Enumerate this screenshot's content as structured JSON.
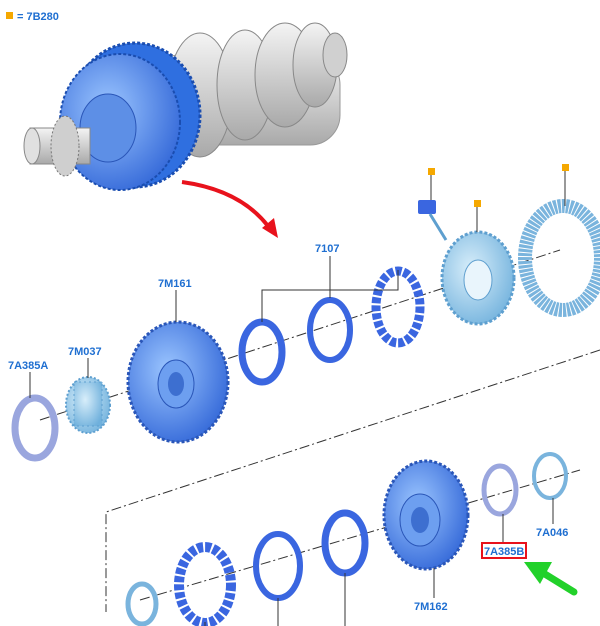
{
  "legend": {
    "text": "= 7B280",
    "marker_color": "#f5a800"
  },
  "labels": {
    "l7107": "7107",
    "l7M161": "7M161",
    "l7A385A": "7A385A",
    "l7M037": "7M037",
    "l7A046": "7A046",
    "l7A385B": "7A385B",
    "l7M162": "7M162"
  },
  "colors": {
    "label_blue": "#1f6fd1",
    "part_blue": "#3f7fe8",
    "part_light": "#8fc6e8",
    "part_pale": "#b9c3e8",
    "highlight": "#e8121c",
    "arrow_red": "#e8121c",
    "arrow_green": "#22d12a",
    "marker": "#f5a800"
  },
  "icons": [
    "gear-shaft-assembly",
    "red-curved-arrow-icon",
    "green-arrow-icon"
  ]
}
